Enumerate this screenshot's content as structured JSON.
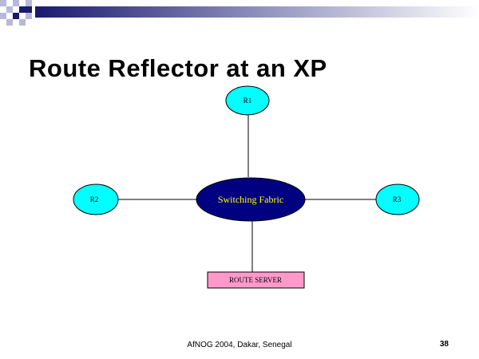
{
  "slide": {
    "title": "Route Reflector at an XP",
    "footer": "AfNOG 2004, Dakar, Senegal",
    "page_number": "38"
  },
  "diagram": {
    "nodes": {
      "r1": {
        "label": "R1",
        "color": "#00ffff"
      },
      "r2": {
        "label": "R2",
        "color": "#00ffff"
      },
      "r3": {
        "label": "R3",
        "color": "#00ffff"
      },
      "fabric": {
        "label": "Switching Fabric",
        "color": "#000080",
        "text_color": "#ffff00"
      },
      "route_server": {
        "label": "ROUTE SERVER",
        "color": "#ff99cc"
      }
    },
    "edges": [
      {
        "from": "r1",
        "to": "fabric"
      },
      {
        "from": "r2",
        "to": "fabric"
      },
      {
        "from": "r3",
        "to": "fabric"
      },
      {
        "from": "fabric",
        "to": "route_server"
      }
    ]
  },
  "theme": {
    "accent": "#1a1a6e"
  }
}
